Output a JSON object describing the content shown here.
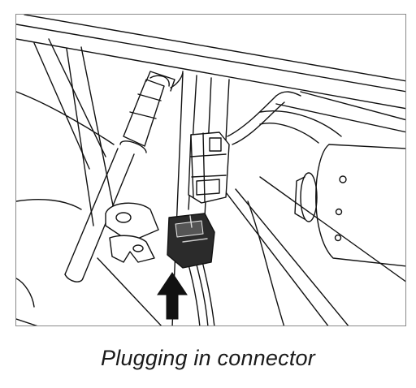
{
  "caption": "Plugging in connector",
  "illustration": {
    "type": "line-drawing",
    "depicts": [
      "frame rails",
      "pipe with fitting",
      "cable",
      "connector socket",
      "connector plug",
      "motor housing",
      "arrow up"
    ]
  },
  "colors": {
    "line": "#111111",
    "connector_fill": "#2b2b2b",
    "arrow_fill": "#111111",
    "border": "#8a8a8a"
  }
}
